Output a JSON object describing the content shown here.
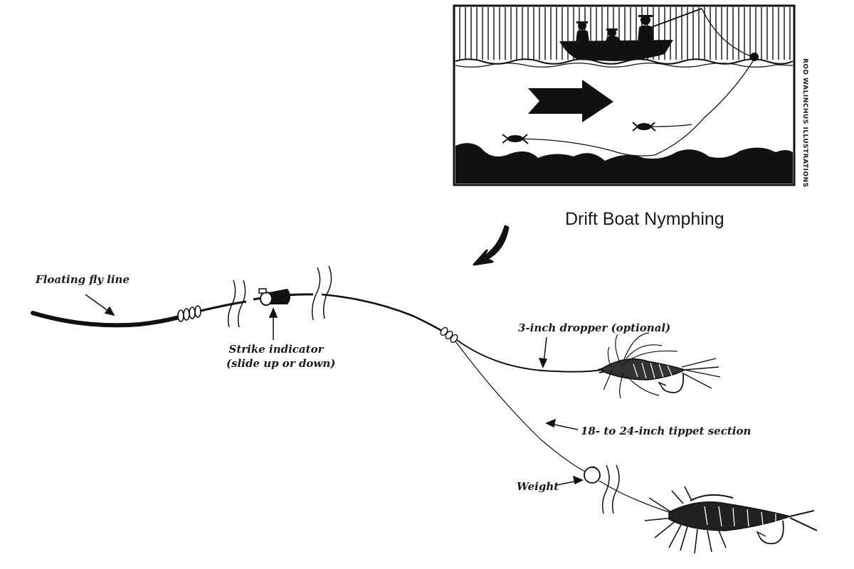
{
  "title": "Drift Boat Nymphing",
  "credit": "ROD WALINCHUS ILLUSTRATIONS",
  "labels": {
    "floating_fly_line": "Floating fly line",
    "strike_indicator_line1": "Strike indicator",
    "strike_indicator_line2": "(slide up or down)",
    "dropper": "3-inch dropper (optional)",
    "tippet": "18- to 24-inch tippet section",
    "weight": "Weight"
  },
  "colors": {
    "ink": "#111111",
    "paper": "#ffffff"
  }
}
